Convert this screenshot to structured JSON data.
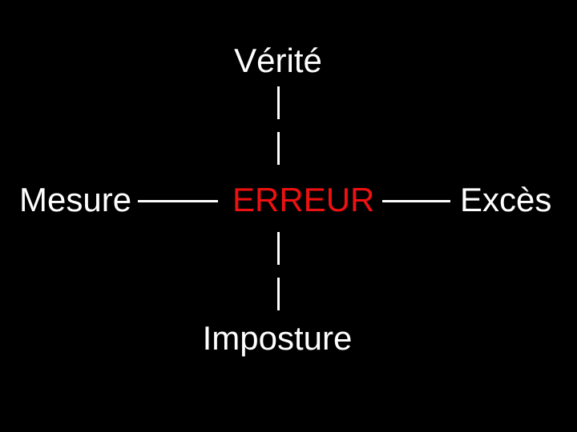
{
  "diagram": {
    "nodes": {
      "top": "Vérité",
      "left": "Mesure",
      "center": "ERREUR",
      "right": "Excès",
      "bottom": "Imposture"
    },
    "connectors": [
      {
        "from": "Vérité",
        "to": "ERREUR",
        "orientation": "vertical",
        "style": "dashed"
      },
      {
        "from": "Mesure",
        "to": "ERREUR",
        "orientation": "horizontal",
        "style": "solid"
      },
      {
        "from": "ERREUR",
        "to": "Excès",
        "orientation": "horizontal",
        "style": "solid"
      },
      {
        "from": "ERREUR",
        "to": "Imposture",
        "orientation": "vertical",
        "style": "dashed"
      }
    ],
    "colors": {
      "bg": "#000000",
      "text": "#FFFFFF",
      "accent": "#EE1111",
      "line": "#FFFFFF"
    }
  }
}
